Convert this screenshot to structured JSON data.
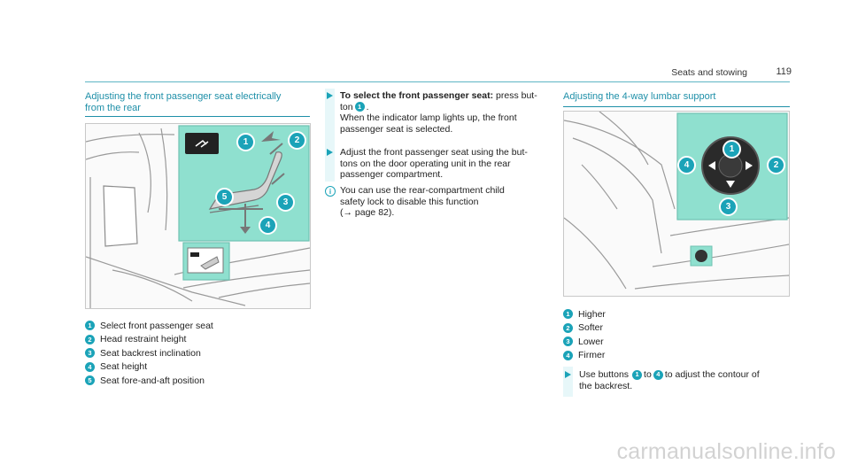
{
  "header": {
    "title": "Seats and stowing",
    "page": "119"
  },
  "left": {
    "title_line1": "Adjusting the front passenger seat electrically",
    "title_line2": "from the rear",
    "figure_labels": [
      "1",
      "2",
      "3",
      "4",
      "5"
    ],
    "items": [
      {
        "num": "1",
        "text": "Select front passenger seat"
      },
      {
        "num": "2",
        "text": "Head restraint height"
      },
      {
        "num": "3",
        "text": "Seat backrest inclination"
      },
      {
        "num": "4",
        "text": "Seat height"
      },
      {
        "num": "5",
        "text": "Seat fore-and-aft position"
      }
    ]
  },
  "middle": {
    "step1": {
      "bold": "To select the front passenger seat:",
      "pre": "press but-",
      "line2_pre": "ton",
      "num": "1",
      "line2_post": ".",
      "line3": "When the indicator lamp lights up, the front",
      "line4": "passenger seat is selected."
    },
    "step2": {
      "line1": "Adjust the front passenger seat using the but-",
      "line2": "tons on the door operating unit in the rear",
      "line3": "passenger compartment."
    },
    "note": {
      "icon": "i",
      "line1": "You can use the rear-compartment child",
      "line2": "safety lock to disable this function",
      "line3": "(→ page 82)."
    }
  },
  "right": {
    "title": "Adjusting the 4-way lumbar support",
    "figure_labels": [
      "1",
      "2",
      "3",
      "4"
    ],
    "items": [
      {
        "num": "1",
        "text": "Higher"
      },
      {
        "num": "2",
        "text": "Softer"
      },
      {
        "num": "3",
        "text": "Lower"
      },
      {
        "num": "4",
        "text": "Firmer"
      }
    ],
    "step": {
      "pre": "Use buttons",
      "num_from": "1",
      "mid": "to",
      "num_to": "4",
      "post": "to adjust the contour of",
      "line2": "the backrest."
    }
  },
  "watermark": "carmanualsonline.info",
  "colors": {
    "accent": "#1ba3b8",
    "highlight": "#8fe0cf",
    "rule": "#5fb5c4"
  }
}
